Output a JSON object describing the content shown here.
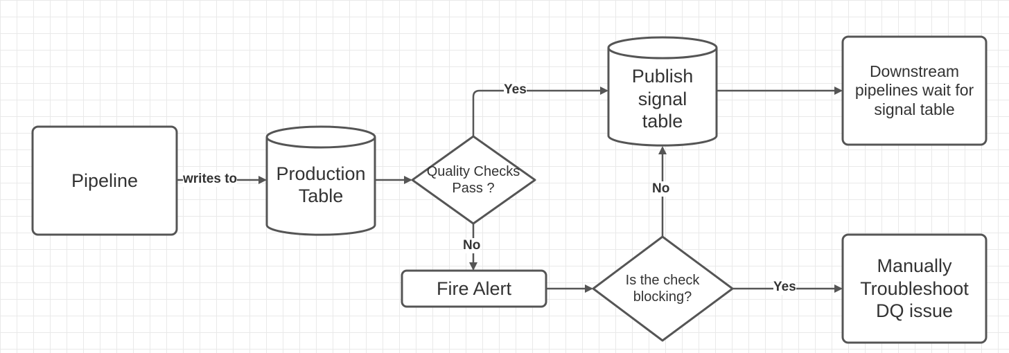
{
  "diagram": {
    "nodes": {
      "pipeline": "Pipeline",
      "production_table": "Production Table",
      "quality_checks": "Quality Checks Pass ?",
      "publish_signal": "Publish signal table",
      "downstream": "Downstream pipelines wait for signal table",
      "fire_alert": "Fire Alert",
      "is_blocking": "Is the check blocking?",
      "troubleshoot": "Manually Troubleshoot DQ issue"
    },
    "edges": {
      "writes_to": "writes to",
      "yes_publish": "Yes",
      "no_alert": "No",
      "no_publish": "No",
      "yes_troubleshoot": "Yes"
    }
  }
}
